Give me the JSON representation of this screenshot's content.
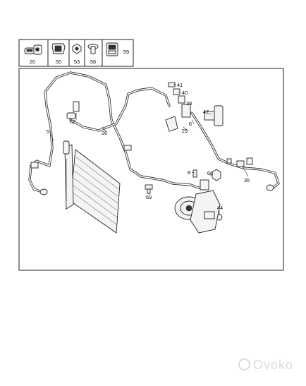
{
  "diagram": {
    "legend_items": [
      {
        "label": "20",
        "icon": "pipe-clamp-icon"
      },
      {
        "label": "50",
        "icon": "clip-icon"
      },
      {
        "label": "53",
        "icon": "nut-icon"
      },
      {
        "label": "56",
        "icon": "push-rivet-icon"
      },
      {
        "label": "59",
        "icon": "bracket-icon"
      }
    ],
    "callouts": {
      "c5": "5",
      "c26": "26",
      "c62": "62",
      "c41": "41",
      "c40": "40",
      "c38": "38",
      "c47": "47",
      "c6": "6",
      "c29": "29",
      "c8": "8",
      "c66": "66",
      "c35": "35",
      "c69": "69",
      "c44": "44"
    }
  },
  "watermark": {
    "text": "Ovoko"
  },
  "colors": {
    "ink": "#222222",
    "background": "#ffffff",
    "watermark": "#dcdcdc"
  }
}
